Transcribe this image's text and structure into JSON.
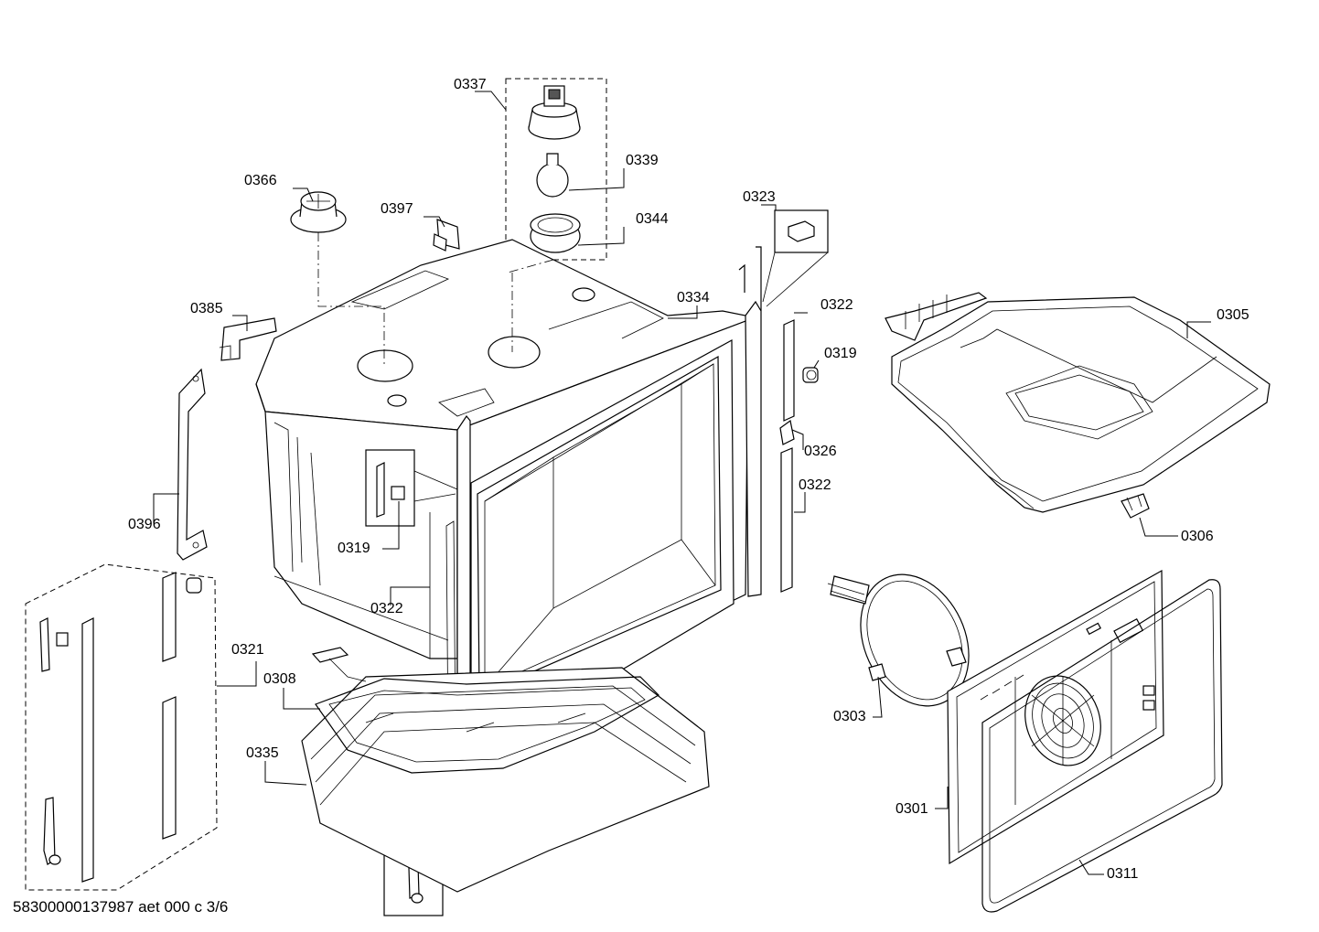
{
  "document_id": "58300000137987 aet 000 c 3/6",
  "part_labels": {
    "p0337": "0337",
    "p0339": "0339",
    "p0366": "0366",
    "p0397": "0397",
    "p0344": "0344",
    "p0323": "0323",
    "p0385": "0385",
    "p0334": "0334",
    "p0322_a": "0322",
    "p0305": "0305",
    "p0319_a": "0319",
    "p0326": "0326",
    "p0322_b": "0322",
    "p0396": "0396",
    "p0319_b": "0319",
    "p0306": "0306",
    "p0322_c": "0322",
    "p0321": "0321",
    "p0308": "0308",
    "p0303": "0303",
    "p0335": "0335",
    "p0301": "0301",
    "p0311": "0311"
  }
}
